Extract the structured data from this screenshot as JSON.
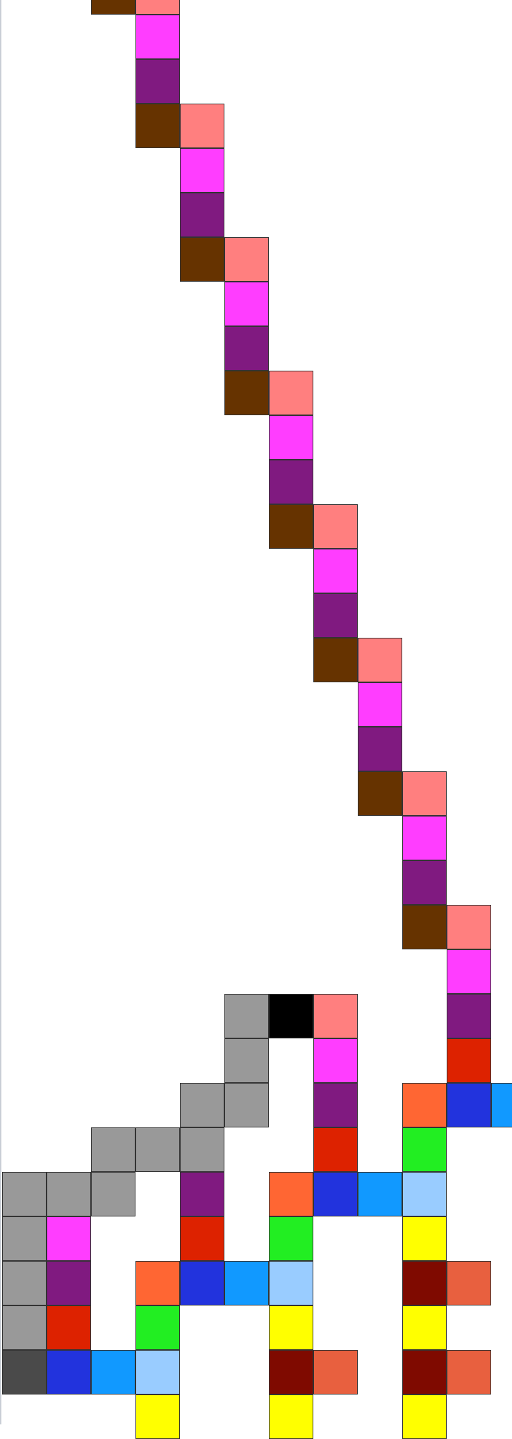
{
  "palette": {
    "pink": "#ff7f7f",
    "magenta": "#ff3dff",
    "purple": "#801a80",
    "brown": "#663300",
    "gray": "#999999",
    "black": "#000000",
    "red": "#dd2200",
    "orange": "#ff6633",
    "blue": "#2233dd",
    "skyblue": "#1199ff",
    "green": "#22ee22",
    "lightblue": "#99ccff",
    "yellow": "#ffff00",
    "maroon": "#7f0a00",
    "salmon": "#e8603f",
    "charcoal": "#4a4a4a"
  },
  "tiles": [
    {
      "c": "brown",
      "col": 2,
      "row": -0.67
    },
    {
      "c": "pink",
      "col": 3,
      "row": -0.67
    },
    {
      "c": "magenta",
      "col": 3,
      "row": 0.33
    },
    {
      "c": "purple",
      "col": 3,
      "row": 1.33
    },
    {
      "c": "brown",
      "col": 3,
      "row": 2.33
    },
    {
      "c": "pink",
      "col": 4,
      "row": 2.33
    },
    {
      "c": "magenta",
      "col": 4,
      "row": 3.33
    },
    {
      "c": "purple",
      "col": 4,
      "row": 4.33
    },
    {
      "c": "brown",
      "col": 4,
      "row": 5.33
    },
    {
      "c": "pink",
      "col": 5,
      "row": 5.33
    },
    {
      "c": "magenta",
      "col": 5,
      "row": 6.33
    },
    {
      "c": "purple",
      "col": 5,
      "row": 7.33
    },
    {
      "c": "brown",
      "col": 5,
      "row": 8.33
    },
    {
      "c": "pink",
      "col": 6,
      "row": 8.33
    },
    {
      "c": "magenta",
      "col": 6,
      "row": 9.33
    },
    {
      "c": "purple",
      "col": 6,
      "row": 10.33
    },
    {
      "c": "brown",
      "col": 6,
      "row": 11.33
    },
    {
      "c": "pink",
      "col": 7,
      "row": 11.33
    },
    {
      "c": "magenta",
      "col": 7,
      "row": 12.33
    },
    {
      "c": "purple",
      "col": 7,
      "row": 13.33
    },
    {
      "c": "brown",
      "col": 7,
      "row": 14.33
    },
    {
      "c": "pink",
      "col": 8,
      "row": 14.33
    },
    {
      "c": "magenta",
      "col": 8,
      "row": 15.33
    },
    {
      "c": "purple",
      "col": 8,
      "row": 16.33
    },
    {
      "c": "brown",
      "col": 8,
      "row": 17.33
    },
    {
      "c": "pink",
      "col": 9,
      "row": 17.33
    },
    {
      "c": "magenta",
      "col": 9,
      "row": 18.33
    },
    {
      "c": "purple",
      "col": 9,
      "row": 19.33
    },
    {
      "c": "brown",
      "col": 9,
      "row": 20.33
    },
    {
      "c": "pink",
      "col": 10,
      "row": 20.33
    },
    {
      "c": "magenta",
      "col": 10,
      "row": 21.33
    },
    {
      "c": "purple",
      "col": 10,
      "row": 22.33
    },
    {
      "c": "red",
      "col": 10,
      "row": 23.33
    },
    {
      "c": "orange",
      "col": 9,
      "row": 24.33
    },
    {
      "c": "blue",
      "col": 10,
      "row": 24.33
    },
    {
      "c": "skyblue",
      "col": 11,
      "row": 24.33
    },
    {
      "c": "green",
      "col": 9,
      "row": 25.33
    },
    {
      "c": "lightblue",
      "col": 9,
      "row": 26.33
    },
    {
      "c": "yellow",
      "col": 9,
      "row": 27.33
    },
    {
      "c": "maroon",
      "col": 9,
      "row": 28.33
    },
    {
      "c": "salmon",
      "col": 10,
      "row": 28.33
    },
    {
      "c": "yellow",
      "col": 9,
      "row": 29.33
    },
    {
      "c": "maroon",
      "col": 9,
      "row": 30.33
    },
    {
      "c": "salmon",
      "col": 10,
      "row": 30.33
    },
    {
      "c": "yellow",
      "col": 9,
      "row": 31.33
    },
    {
      "c": "gray",
      "col": 5,
      "row": 22.33
    },
    {
      "c": "black",
      "col": 6,
      "row": 22.33
    },
    {
      "c": "pink",
      "col": 7,
      "row": 22.33
    },
    {
      "c": "gray",
      "col": 5,
      "row": 23.33
    },
    {
      "c": "magenta",
      "col": 7,
      "row": 23.33
    },
    {
      "c": "gray",
      "col": 4,
      "row": 24.33
    },
    {
      "c": "gray",
      "col": 5,
      "row": 24.33
    },
    {
      "c": "purple",
      "col": 7,
      "row": 24.33
    },
    {
      "c": "gray",
      "col": 2,
      "row": 25.33
    },
    {
      "c": "gray",
      "col": 3,
      "row": 25.33
    },
    {
      "c": "gray",
      "col": 4,
      "row": 25.33
    },
    {
      "c": "red",
      "col": 7,
      "row": 25.33
    },
    {
      "c": "gray",
      "col": 0,
      "row": 26.33
    },
    {
      "c": "gray",
      "col": 1,
      "row": 26.33
    },
    {
      "c": "gray",
      "col": 2,
      "row": 26.33
    },
    {
      "c": "purple",
      "col": 4,
      "row": 26.33
    },
    {
      "c": "orange",
      "col": 6,
      "row": 26.33
    },
    {
      "c": "blue",
      "col": 7,
      "row": 26.33
    },
    {
      "c": "skyblue",
      "col": 8,
      "row": 26.33
    },
    {
      "c": "gray",
      "col": 0,
      "row": 27.33
    },
    {
      "c": "magenta",
      "col": 1,
      "row": 27.33
    },
    {
      "c": "red",
      "col": 4,
      "row": 27.33
    },
    {
      "c": "green",
      "col": 6,
      "row": 27.33
    },
    {
      "c": "gray",
      "col": 0,
      "row": 28.33
    },
    {
      "c": "purple",
      "col": 1,
      "row": 28.33
    },
    {
      "c": "orange",
      "col": 3,
      "row": 28.33
    },
    {
      "c": "blue",
      "col": 4,
      "row": 28.33
    },
    {
      "c": "skyblue",
      "col": 5,
      "row": 28.33
    },
    {
      "c": "lightblue",
      "col": 6,
      "row": 28.33
    },
    {
      "c": "gray",
      "col": 0,
      "row": 29.33
    },
    {
      "c": "red",
      "col": 1,
      "row": 29.33
    },
    {
      "c": "green",
      "col": 3,
      "row": 29.33
    },
    {
      "c": "yellow",
      "col": 6,
      "row": 29.33
    },
    {
      "c": "charcoal",
      "col": 0,
      "row": 30.33
    },
    {
      "c": "blue",
      "col": 1,
      "row": 30.33
    },
    {
      "c": "skyblue",
      "col": 2,
      "row": 30.33
    },
    {
      "c": "lightblue",
      "col": 3,
      "row": 30.33
    },
    {
      "c": "maroon",
      "col": 6,
      "row": 30.33
    },
    {
      "c": "salmon",
      "col": 7,
      "row": 30.33
    },
    {
      "c": "yellow",
      "col": 3,
      "row": 31.33
    },
    {
      "c": "yellow",
      "col": 6,
      "row": 31.33
    }
  ]
}
